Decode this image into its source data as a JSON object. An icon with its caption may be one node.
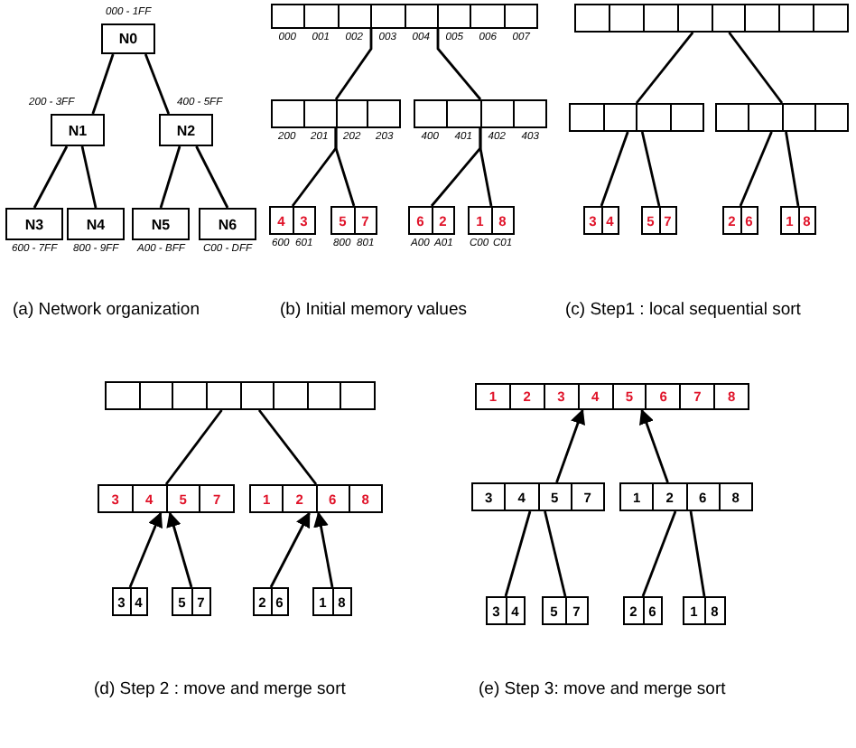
{
  "diagram": {
    "nodes": [
      {
        "text": [
          "N0"
        ],
        "beside": [
          "000 - 1FF"
        ]
      },
      {
        "text": [
          "N1"
        ],
        "beside": [
          "200 - 3FF"
        ]
      },
      {
        "text": [
          "N2"
        ],
        "beside": [
          "400 - 5FF"
        ]
      },
      {
        "text": [
          "N3"
        ],
        "beside": [
          "600 - 7FF"
        ]
      },
      {
        "text": [
          "N4"
        ],
        "beside": [
          "800 - 9FF"
        ]
      },
      {
        "text": [
          "N5"
        ],
        "beside": [
          "A00 - BFF"
        ]
      },
      {
        "text": [
          "N6"
        ],
        "beside": [
          "C00 - DFF"
        ]
      },
      {
        "text": [],
        "shape": "bar",
        "beside": [
          "000",
          "001",
          "002",
          "003",
          "004",
          "005",
          "006",
          "007"
        ]
      },
      {
        "text": [],
        "shape": "bar",
        "beside": [
          "200",
          "201",
          "202",
          "203"
        ]
      },
      {
        "text": [],
        "shape": "bar",
        "beside": [
          "400",
          "401",
          "402",
          "403"
        ]
      },
      {
        "text": [
          "4",
          "3"
        ],
        "beside": [
          "600",
          "601"
        ]
      },
      {
        "text": [
          "5",
          "7"
        ],
        "beside": [
          "800",
          "801"
        ]
      },
      {
        "text": [
          "6",
          "2"
        ],
        "beside": [
          "A00",
          "A01"
        ]
      },
      {
        "text": [
          "1",
          "8"
        ],
        "beside": [
          "C00",
          "C01"
        ]
      },
      {
        "text": [],
        "shape": "bar"
      },
      {
        "text": [],
        "shape": "bar"
      },
      {
        "text": [],
        "shape": "bar"
      },
      {
        "text": [
          "3",
          "4"
        ]
      },
      {
        "text": [
          "5",
          "7"
        ]
      },
      {
        "text": [
          "2",
          "6"
        ]
      },
      {
        "text": [
          "1",
          "8"
        ]
      },
      {
        "text": [],
        "shape": "bar"
      },
      {
        "text": [
          "3",
          "4",
          "5",
          "7"
        ]
      },
      {
        "text": [
          "1",
          "2",
          "6",
          "8"
        ]
      },
      {
        "text": [
          "3",
          "4"
        ]
      },
      {
        "text": [
          "5",
          "7"
        ]
      },
      {
        "text": [
          "2",
          "6"
        ]
      },
      {
        "text": [
          "1",
          "8"
        ]
      },
      {
        "text": [
          "1",
          "2",
          "3",
          "4",
          "5",
          "6",
          "7",
          "8"
        ]
      },
      {
        "text": [
          "3",
          "4",
          "5",
          "7"
        ]
      },
      {
        "text": [
          "1",
          "2",
          "6",
          "8"
        ]
      },
      {
        "text": [
          "3",
          "4"
        ]
      },
      {
        "text": [
          "5",
          "7"
        ]
      },
      {
        "text": [
          "2",
          "6"
        ]
      },
      {
        "text": [
          "1",
          "8"
        ]
      }
    ],
    "edges": [
      {
        "from": 0,
        "to": 1,
        "arrow": "none"
      },
      {
        "from": 0,
        "to": 2,
        "arrow": "none"
      },
      {
        "from": 1,
        "to": 3,
        "arrow": "none"
      },
      {
        "from": 1,
        "to": 4,
        "arrow": "none"
      },
      {
        "from": 2,
        "to": 5,
        "arrow": "none"
      },
      {
        "from": 2,
        "to": 6,
        "arrow": "none"
      },
      {
        "from": 7,
        "to": 8,
        "arrow": "none"
      },
      {
        "from": 7,
        "to": 9,
        "arrow": "none"
      },
      {
        "from": 8,
        "to": 10,
        "arrow": "none"
      },
      {
        "from": 8,
        "to": 11,
        "arrow": "none"
      },
      {
        "from": 9,
        "to": 12,
        "arrow": "none"
      },
      {
        "from": 9,
        "to": 13,
        "arrow": "none"
      },
      {
        "from": 14,
        "to": 15,
        "arrow": "none"
      },
      {
        "from": 14,
        "to": 16,
        "arrow": "none"
      },
      {
        "from": 15,
        "to": 17,
        "arrow": "none"
      },
      {
        "from": 15,
        "to": 18,
        "arrow": "none"
      },
      {
        "from": 16,
        "to": 19,
        "arrow": "none"
      },
      {
        "from": 16,
        "to": 20,
        "arrow": "none"
      },
      {
        "from": 21,
        "to": 22,
        "arrow": "none"
      },
      {
        "from": 21,
        "to": 23,
        "arrow": "none"
      },
      {
        "from": 24,
        "to": 22,
        "arrow": "to"
      },
      {
        "from": 25,
        "to": 22,
        "arrow": "to"
      },
      {
        "from": 26,
        "to": 23,
        "arrow": "to"
      },
      {
        "from": 27,
        "to": 23,
        "arrow": "to"
      },
      {
        "from": 29,
        "to": 28,
        "arrow": "to"
      },
      {
        "from": 30,
        "to": 28,
        "arrow": "to"
      },
      {
        "from": 29,
        "to": 31,
        "arrow": "none"
      },
      {
        "from": 29,
        "to": 32,
        "arrow": "none"
      },
      {
        "from": 30,
        "to": 33,
        "arrow": "none"
      },
      {
        "from": 30,
        "to": 34,
        "arrow": "none"
      }
    ],
    "labels": [
      "(a) Network organization",
      "(b) Initial memory values",
      "(c) Step1 : local sequential sort",
      "(d) Step 2 : move and merge sort",
      "(e) Step 3: move and merge sort"
    ]
  }
}
